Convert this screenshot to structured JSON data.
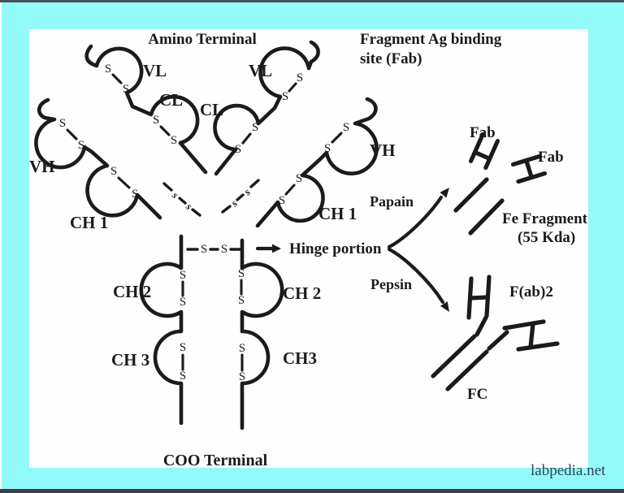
{
  "colors": {
    "border": "#93fafa",
    "canvas": "#fefefe",
    "ink": "#1b1b1b",
    "watermark_text": "#353f5e"
  },
  "header": {
    "amino_terminal": "Amino Terminal",
    "fab_site_line1": "Fragment Ag binding",
    "fab_site_line2": "site (Fab)"
  },
  "left_arm": {
    "vl": "VL",
    "cl": "CL",
    "vh": "VH",
    "ch1": "CH 1"
  },
  "right_arm": {
    "vl": "VL",
    "cl": "CL",
    "vh": "VH",
    "ch1": "CH 1"
  },
  "stem": {
    "ch2_left": "CH 2",
    "ch2_right": "CH 2",
    "ch3_left": "CH 3",
    "ch3_right": "CH3"
  },
  "hinge": {
    "label": "Hinge portion"
  },
  "enzymes": {
    "papain": "Papain",
    "pepsin": "Pepsin"
  },
  "papain_products": {
    "fab_1": "Fab",
    "fab_2": "Fab",
    "fc_line1": "Fe  Fragment",
    "fc_line2": "(55 Kda)"
  },
  "pepsin_products": {
    "fab2": "F(ab)2",
    "fc": "FC"
  },
  "bond": {
    "S": "S",
    "s": "s"
  },
  "footer": {
    "coo_terminal": "COO Terminal",
    "watermark": "labpedia.net"
  }
}
